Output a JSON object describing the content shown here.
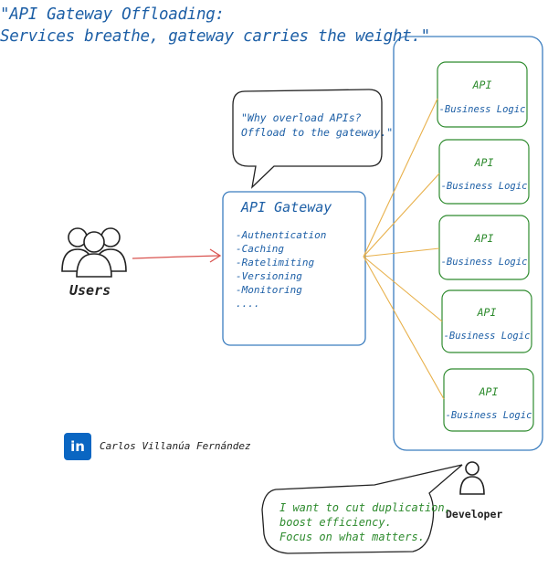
{
  "title": {
    "line1": "\"API Gateway Offloading:",
    "line2": "Services breathe, gateway carries the weight.\""
  },
  "gateway_bubble": {
    "line1": "\"Why overload APIs?",
    "line2": "Offload to the gateway.\""
  },
  "gateway": {
    "title": "API Gateway",
    "items": [
      "-Authentication",
      "-Caching",
      "-Ratelimiting",
      "-Versioning",
      "-Monitoring",
      "...."
    ]
  },
  "users_label": "Users",
  "services": [
    {
      "api": "API",
      "logic": "-Business Logic"
    },
    {
      "api": "API",
      "logic": "-Business Logic"
    },
    {
      "api": "API",
      "logic": "-Business Logic"
    },
    {
      "api": "API",
      "logic": "-Business Logic"
    },
    {
      "api": "API",
      "logic": "-Business Logic"
    }
  ],
  "developer_label": "Developer",
  "developer_bubble": {
    "line1": "I want to cut duplication,",
    "line2": "boost efficiency.",
    "line3": "Focus on what matters."
  },
  "author": {
    "badge": "in",
    "name": "Carlos Villanúa Fernández"
  },
  "colors": {
    "primary_text": "#1d5fa6",
    "green_text": "#2e8b2e",
    "box_stroke": "#3b7dbf",
    "arrow": "#d9534f",
    "connector": "#e8b04a",
    "linkedin": "#0a66c2"
  }
}
